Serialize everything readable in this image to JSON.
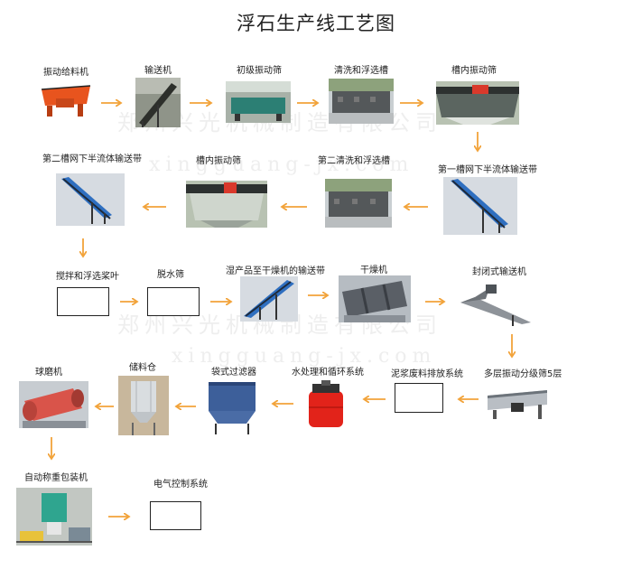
{
  "title": "浮石生产线工艺图",
  "accent_color": "#f2a33a",
  "nodes": {
    "feeder": "振动给料机",
    "conveyor": "输送机",
    "primary_screen": "初级振动筛",
    "wash_float_1": "清洗和浮选槽",
    "trough_screen_1": "槽内振动筛",
    "belt_1": "第一槽网下半流体输送带",
    "wash_float_2": "第二清洗和浮选槽",
    "trough_screen_2": "槽内振动筛",
    "belt_2": "第二槽网下半流体输送带",
    "stir_blade": "搅拌和浮选桨叶",
    "dewater_screen": "脱水筛",
    "wet_belt": "湿产品至干燥机的输送带",
    "dryer": "干燥机",
    "closed_conveyor": "封闭式输送机",
    "multi_screen": "多层振动分级筛5层",
    "mud_discharge": "泥浆废料排放系统",
    "water_system": "水处理和循环系统",
    "bag_filter": "袋式过滤器",
    "silo": "储料仓",
    "ball_mill": "球磨机",
    "packer": "自动称重包装机",
    "control_system": "电气控制系统"
  }
}
